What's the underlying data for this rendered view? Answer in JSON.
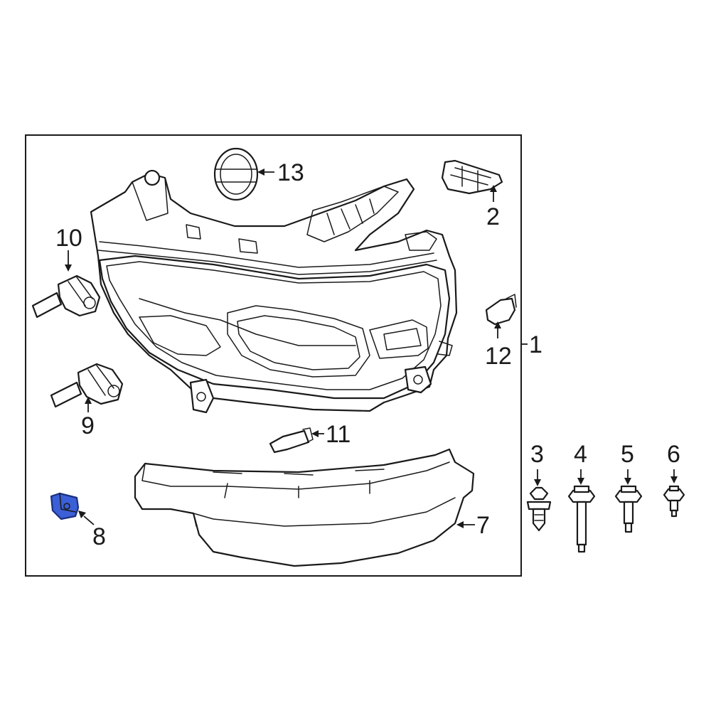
{
  "highlight_color": "#3b5fd6",
  "callouts": {
    "c1": "1",
    "c2": "2",
    "c3": "3",
    "c4": "4",
    "c5": "5",
    "c6": "6",
    "c7": "7",
    "c8": "8",
    "c9": "9",
    "c10": "10",
    "c11": "11",
    "c12": "12",
    "c13": "13"
  },
  "highlighted_part": "8"
}
